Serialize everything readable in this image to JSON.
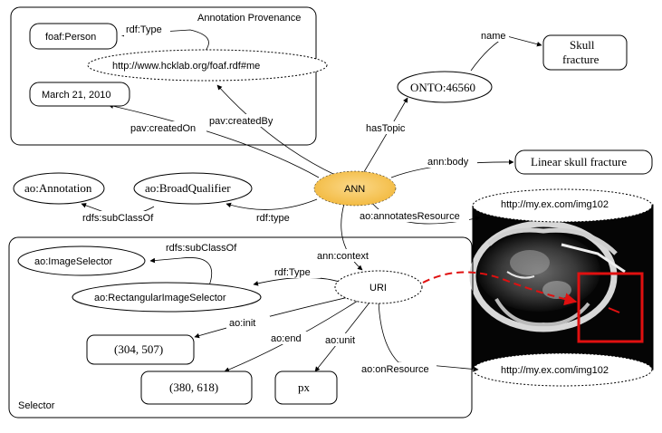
{
  "groups": {
    "provenance": "Annotation Provenance",
    "selector": "Selector"
  },
  "nodes": {
    "foaf_person": "foaf:Person",
    "foaf_uri": "http://www.hcklab.org/foaf.rdf#me",
    "date": "March 21, 2010",
    "ann": "ANN",
    "onto": "ONTO:46560",
    "skull_fracture": "Skull fracture",
    "skull_line1": "Skull",
    "skull_line2": "fracture",
    "linear_skull": "Linear skull fracture",
    "ao_annotation": "ao:Annotation",
    "ao_broad": "ao:BroadQualifier",
    "ao_image_selector": "ao:ImageSelector",
    "ao_rect_selector": "ao:RectangularImageSelector",
    "uri": "URI",
    "init": "(304, 507)",
    "end": "(380, 618)",
    "px": "px",
    "img_top": "http://my.ex.com/img102",
    "img_bottom": "http://my.ex.com/img102"
  },
  "edges": {
    "rdf_type_top": "rdf:Type",
    "pav_created_on": "pav:createdOn",
    "pav_created_by": "pav:createdBy",
    "has_topic": "hasTopic",
    "name": "name",
    "ann_body": "ann:body",
    "rdf_type_mid": "rdf:type",
    "rdfs_subclass_left": "rdfs:subClassOf",
    "ao_annotates_resource": "ao:annotatesResource",
    "ann_context": "ann:context",
    "rdfs_subclass_sel": "rdfs:subClassOf",
    "rdf_type_sel": "rdf:Type",
    "ao_init": "ao:init",
    "ao_end": "ao:end",
    "ao_unit": "ao:unit",
    "ao_on_resource": "ao:onResource"
  },
  "colors": {
    "ann_fill": "#f6c75c",
    "highlight": "#e01010",
    "image_bg": "#050505"
  },
  "icons": {
    "ct_scan": "skull-ct-scan-image"
  }
}
